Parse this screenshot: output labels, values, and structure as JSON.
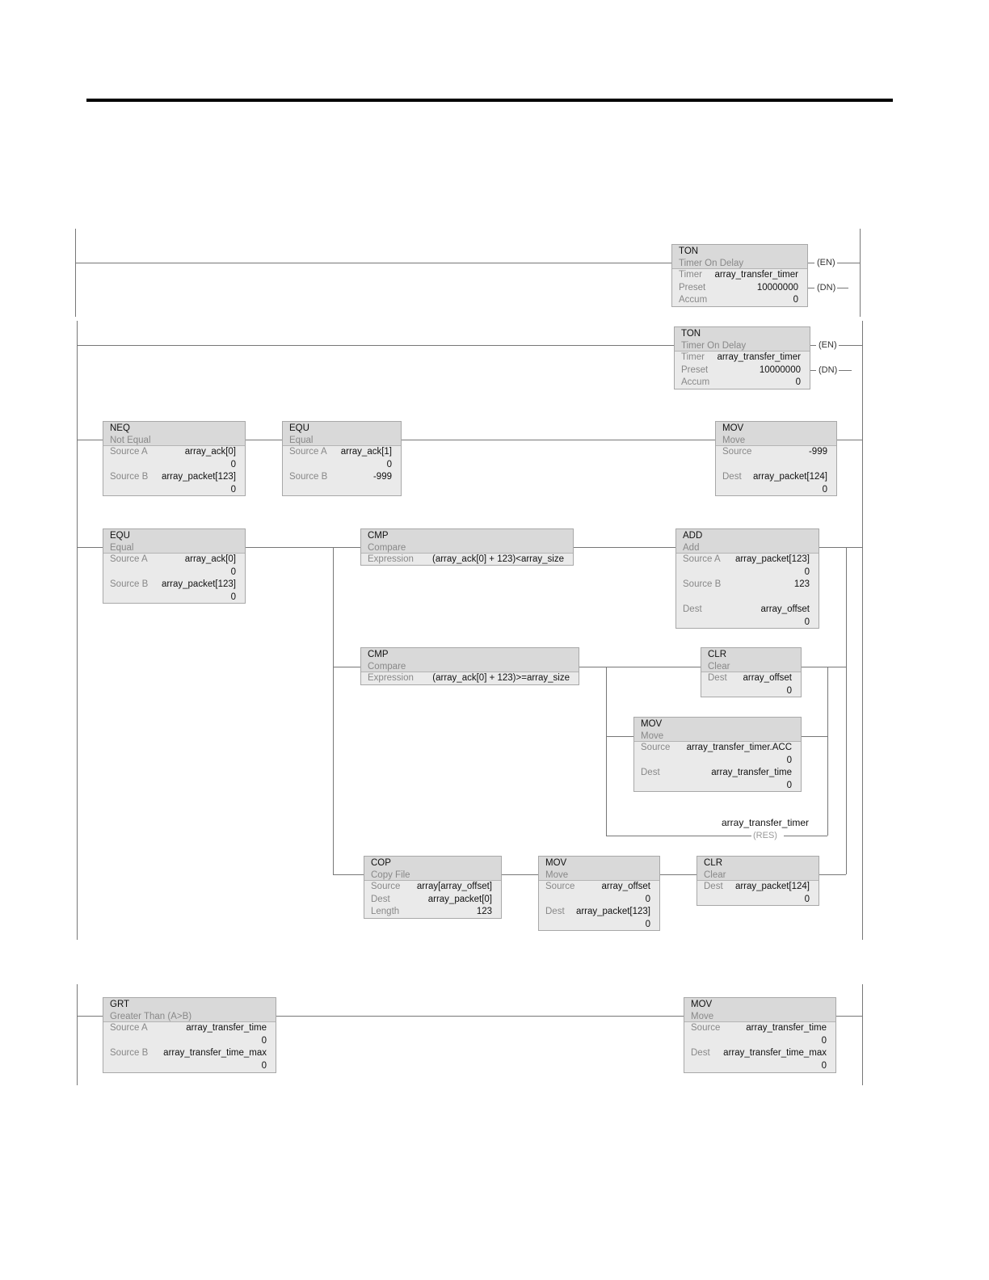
{
  "coils": {
    "en": "EN",
    "dn": "DN",
    "res": "RES"
  },
  "rung1": {
    "ton": {
      "mnemonic": "TON",
      "desc": "Timer On Delay",
      "timer_label": "Timer",
      "timer": "array_transfer_timer",
      "preset_label": "Preset",
      "preset": "10000000",
      "accum_label": "Accum",
      "accum": "0"
    }
  },
  "rung2": {
    "ton": {
      "mnemonic": "TON",
      "desc": "Timer On Delay",
      "timer_label": "Timer",
      "timer": "array_transfer_timer",
      "preset_label": "Preset",
      "preset": "10000000",
      "accum_label": "Accum",
      "accum": "0"
    }
  },
  "rung3": {
    "neq": {
      "mnemonic": "NEQ",
      "desc": "Not Equal",
      "src_a_label": "Source A",
      "src_a": "array_ack[0]",
      "src_a_val": "0",
      "src_b_label": "Source B",
      "src_b": "array_packet[123]",
      "src_b_val": "0"
    },
    "equ": {
      "mnemonic": "EQU",
      "desc": "Equal",
      "src_a_label": "Source A",
      "src_a": "array_ack[1]",
      "src_a_val": "0",
      "src_b_label": "Source B",
      "src_b": "-999"
    },
    "mov": {
      "mnemonic": "MOV",
      "desc": "Move",
      "source_label": "Source",
      "source": "-999",
      "dest_label": "Dest",
      "dest": "array_packet[124]",
      "dest_val": "0"
    }
  },
  "rung4": {
    "equ": {
      "mnemonic": "EQU",
      "desc": "Equal",
      "src_a_label": "Source A",
      "src_a": "array_ack[0]",
      "src_a_val": "0",
      "src_b_label": "Source B",
      "src_b": "array_packet[123]",
      "src_b_val": "0"
    },
    "cmp1": {
      "mnemonic": "CMP",
      "desc": "Compare",
      "expr_label": "Expression",
      "expr": "(array_ack[0] + 123)<array_size"
    },
    "add": {
      "mnemonic": "ADD",
      "desc": "Add",
      "src_a_label": "Source A",
      "src_a": "array_packet[123]",
      "src_a_val": "0",
      "src_b_label": "Source B",
      "src_b": "123",
      "dest_label": "Dest",
      "dest": "array_offset",
      "dest_val": "0"
    },
    "cmp2": {
      "mnemonic": "CMP",
      "desc": "Compare",
      "expr_label": "Expression",
      "expr": "(array_ack[0] + 123)>=array_size"
    },
    "clr1": {
      "mnemonic": "CLR",
      "desc": "Clear",
      "dest_label": "Dest",
      "dest": "array_offset",
      "dest_val": "0"
    },
    "mov1": {
      "mnemonic": "MOV",
      "desc": "Move",
      "source_label": "Source",
      "source": "array_transfer_timer.ACC",
      "source_val": "0",
      "dest_label": "Dest",
      "dest": "array_transfer_time",
      "dest_val": "0"
    },
    "res_tag": "array_transfer_timer",
    "cop": {
      "mnemonic": "COP",
      "desc": "Copy File",
      "source_label": "Source",
      "source": "array[array_offset]",
      "dest_label": "Dest",
      "dest": "array_packet[0]",
      "length_label": "Length",
      "length": "123"
    },
    "mov2": {
      "mnemonic": "MOV",
      "desc": "Move",
      "source_label": "Source",
      "source": "array_offset",
      "source_val": "0",
      "dest_label": "Dest",
      "dest": "array_packet[123]",
      "dest_val": "0"
    },
    "clr2": {
      "mnemonic": "CLR",
      "desc": "Clear",
      "dest_label": "Dest",
      "dest": "array_packet[124]",
      "dest_val": "0"
    }
  },
  "rung5": {
    "grt": {
      "mnemonic": "GRT",
      "desc": "Greater Than (A>B)",
      "src_a_label": "Source A",
      "src_a": "array_transfer_time",
      "src_a_val": "0",
      "src_b_label": "Source B",
      "src_b": "array_transfer_time_max",
      "src_b_val": "0"
    },
    "mov": {
      "mnemonic": "MOV",
      "desc": "Move",
      "source_label": "Source",
      "source": "array_transfer_time",
      "source_val": "0",
      "dest_label": "Dest",
      "dest": "array_transfer_time_max",
      "dest_val": "0"
    }
  }
}
